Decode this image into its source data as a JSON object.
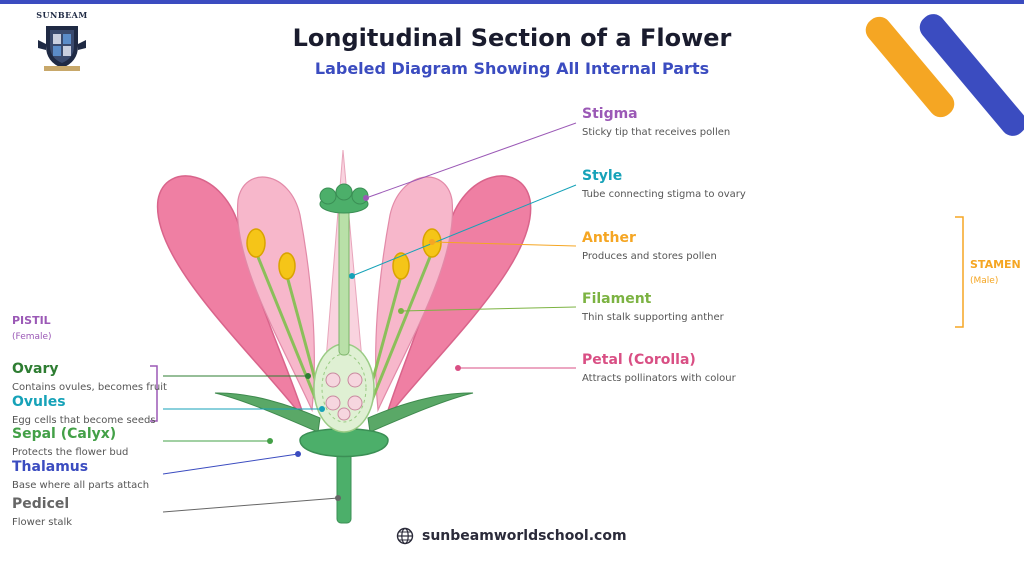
{
  "header": {
    "title": "Longitudinal Section of a Flower",
    "subtitle": "Labeled Diagram Showing All Internal Parts"
  },
  "logo": {
    "text": "SUNBEAM"
  },
  "labels": {
    "stigma": {
      "name": "Stigma",
      "desc": "Sticky tip that receives pollen",
      "color": "#9b59b6"
    },
    "style": {
      "name": "Style",
      "desc": "Tube connecting stigma to ovary",
      "color": "#16a2b8"
    },
    "anther": {
      "name": "Anther",
      "desc": "Produces and stores pollen",
      "color": "#f5a623"
    },
    "filament": {
      "name": "Filament",
      "desc": "Thin stalk supporting anther",
      "color": "#7cb342"
    },
    "petal": {
      "name": "Petal (Corolla)",
      "desc": "Attracts pollinators with colour",
      "color": "#d94f84"
    },
    "ovary": {
      "name": "Ovary",
      "desc": "Contains ovules, becomes fruit",
      "color": "#2e7d32"
    },
    "ovules": {
      "name": "Ovules",
      "desc": "Egg cells that become seeds",
      "color": "#16a2b8"
    },
    "sepal": {
      "name": "Sepal (Calyx)",
      "desc": "Protects the flower bud",
      "color": "#43a047"
    },
    "thalamus": {
      "name": "Thalamus",
      "desc": "Base where all parts attach",
      "color": "#3b4cc0"
    },
    "pedicel": {
      "name": "Pedicel",
      "desc": "Flower stalk",
      "color": "#666666"
    }
  },
  "groups": {
    "stamen": {
      "name": "STAMEN",
      "sub": "(Male)",
      "color": "#f5a623"
    },
    "pistil": {
      "name": "PISTIL",
      "sub": "(Female)",
      "color": "#9b59b6"
    }
  },
  "footer": {
    "url": "sunbeamworldschool.com",
    "icon": "globe-icon"
  }
}
